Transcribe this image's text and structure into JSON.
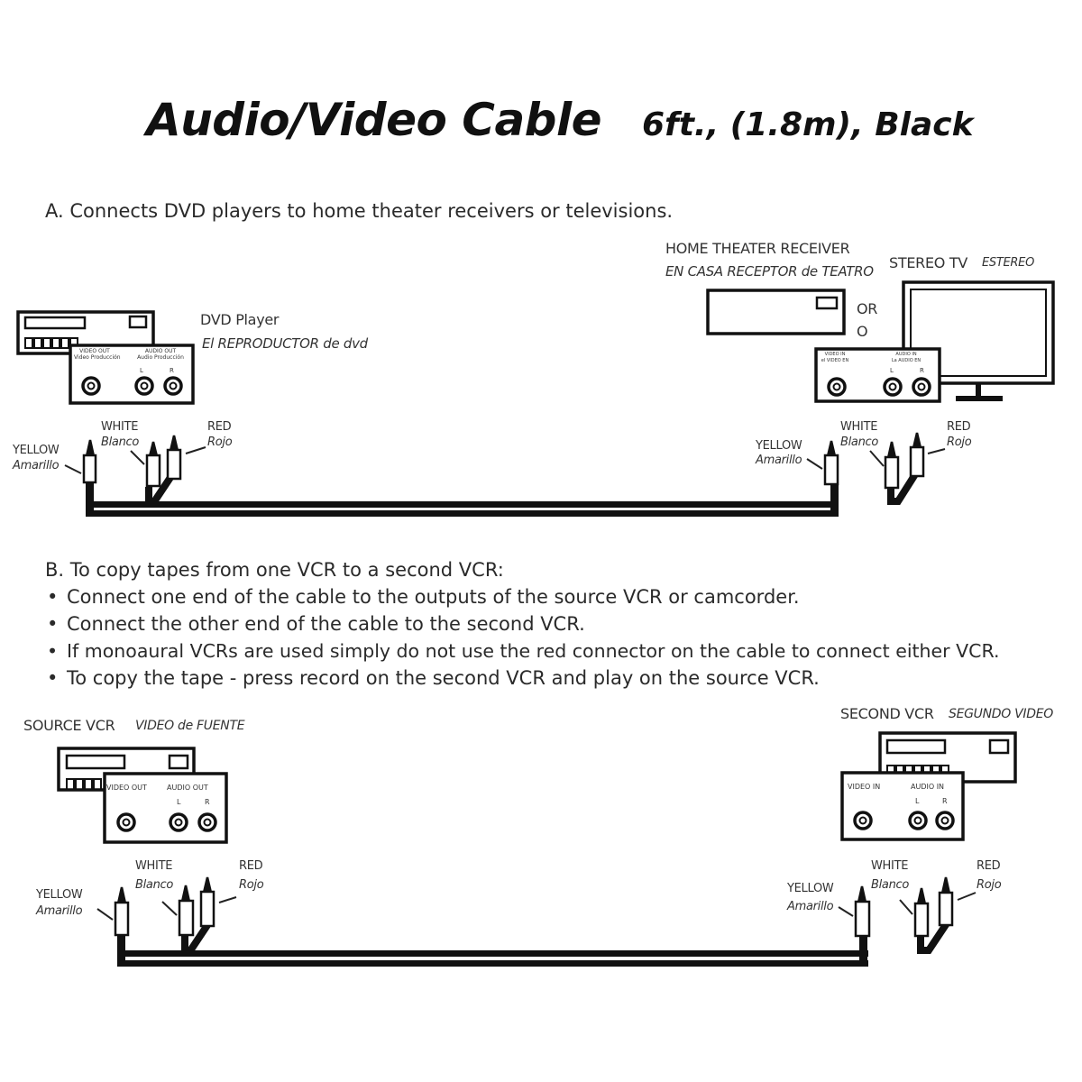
{
  "header": {
    "title": "Audio/Video Cable",
    "spec": "6ft., (1.8m), Black"
  },
  "section_a": {
    "heading": "A. Connects DVD players to home theater receivers or televisions.",
    "source_device": {
      "name": "DVD Player",
      "name_es": "El REPRODUCTOR de dvd",
      "panel": {
        "video_label": "VIDEO OUT",
        "video_label_es": "Video Producción",
        "audio_label": "AUDIO OUT",
        "audio_label_es": "Audio Producción",
        "left": "L",
        "right": "R"
      }
    },
    "dest_receiver": {
      "name": "HOME THEATER RECEIVER",
      "name_es": "EN CASA RECEPTOR de TEATRO"
    },
    "or_label": "OR",
    "or_label_es": "O",
    "dest_tv": {
      "name": "STEREO TV",
      "name_es": "ESTEREO",
      "panel": {
        "video_label": "VIDEO IN",
        "video_label_es": "el VIDEO EN",
        "audio_label": "AUDIO IN",
        "audio_label_es": "La AUDIO EN",
        "left": "L",
        "right": "R"
      }
    },
    "connectors_left": {
      "yellow": "YELLOW",
      "yellow_es": "Amarillo",
      "white": "WHITE",
      "white_es": "Blanco",
      "red": "RED",
      "red_es": "Rojo"
    },
    "connectors_right": {
      "yellow": "YELLOW",
      "yellow_es": "Amarillo",
      "white": "WHITE",
      "white_es": "Blanco",
      "red": "RED",
      "red_es": "Rojo"
    }
  },
  "section_b": {
    "heading": "B. To copy tapes from one VCR to a second VCR:",
    "bullets": [
      "Connect one end of the cable to the outputs of the source VCR or camcorder.",
      "Connect the other end of the cable to the second VCR.",
      "If monoaural VCRs are used simply do not use the red connector on the cable to connect either VCR.",
      "To copy the tape - press record on the second VCR and play on the source VCR."
    ],
    "source_vcr": {
      "name": "SOURCE VCR",
      "name_es": "VIDEO de FUENTE",
      "panel": {
        "video_label": "VIDEO OUT",
        "audio_label": "AUDIO OUT",
        "left": "L",
        "right": "R"
      }
    },
    "second_vcr": {
      "name": "SECOND VCR",
      "name_es": "SEGUNDO VIDEO",
      "panel": {
        "video_label": "VIDEO IN",
        "audio_label": "AUDIO IN",
        "left": "L",
        "right": "R"
      }
    },
    "connectors_left": {
      "yellow": "YELLOW",
      "yellow_es": "Amarillo",
      "white": "WHITE",
      "white_es": "Blanco",
      "red": "RED",
      "red_es": "Rojo"
    },
    "connectors_right": {
      "yellow": "YELLOW",
      "yellow_es": "Amarillo",
      "white": "WHITE",
      "white_es": "Blanco",
      "red": "RED",
      "red_es": "Rojo"
    }
  }
}
